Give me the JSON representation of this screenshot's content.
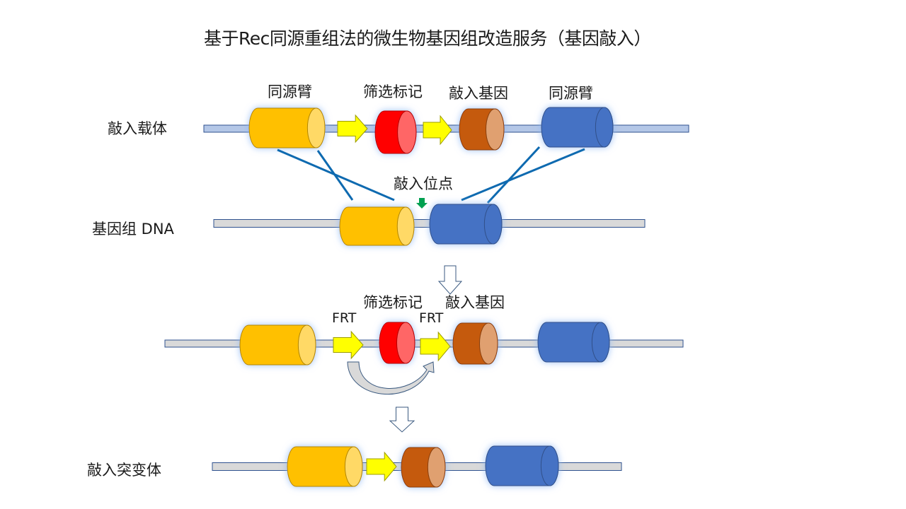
{
  "title": "基于Rec同源重组法的微生物基因组改造服务（基因敲入）",
  "rows": {
    "vector": "敲入载体",
    "genome": "基因组 DNA",
    "mutant": "敲入突变体"
  },
  "labels": {
    "homology_arm_left": "同源臂",
    "selection_marker": "筛选标记",
    "knockin_gene": "敲入基因",
    "homology_arm_right": "同源臂",
    "knockin_site": "敲入位点",
    "selection_marker_2": "筛选标记",
    "knockin_gene_2": "敲入基因",
    "frt_1": "FRT",
    "frt_2": "FRT"
  },
  "colors": {
    "homology_arm_left": "#FFC000",
    "homology_arm_right": "#4472C4",
    "selection_marker": "#FF0000",
    "knockin_gene": "#C55A11",
    "frt_arrow": "#FFFF00",
    "vector_backbone": "#B4C7E7",
    "genome_backbone": "#D9D9D9",
    "crossover_line": "#0E6AB0",
    "site_arrow": "#00A050"
  }
}
